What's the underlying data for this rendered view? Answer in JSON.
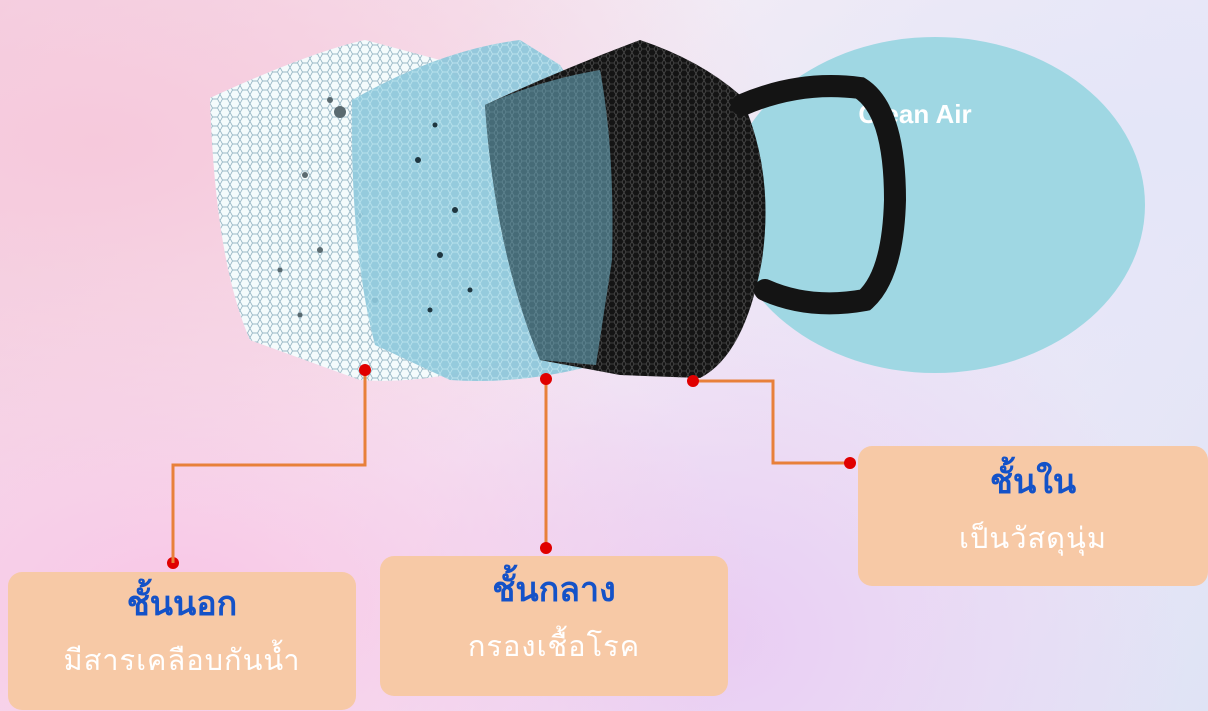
{
  "clean_air_label": "Clean Air",
  "layers": [
    {
      "title": "ชั้นนอก",
      "description": "มีสารเคลือบกันน้ำ"
    },
    {
      "title": "ชั้นกลาง",
      "description": "กรองเชื้อโรค"
    },
    {
      "title": "ชั้นใน",
      "description": "เป็นวัสดุนุ่ม"
    }
  ],
  "colors": {
    "title_text": "#1452c8",
    "description_text": "#ffffff",
    "label_box": "#f7c9a6",
    "connector_line": "#e8803a",
    "connector_dot": "#e00000",
    "clean_air_circle": "#9fd7e3",
    "mask_black": "#141414"
  }
}
